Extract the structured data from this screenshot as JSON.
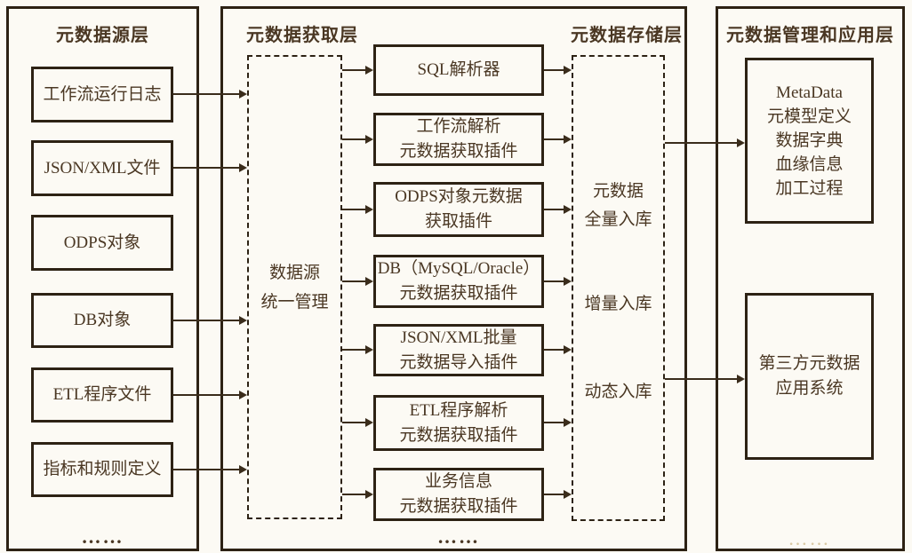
{
  "layers": {
    "source": {
      "title": "元数据源层",
      "items": [
        "工作流运行日志",
        "JSON/XML文件",
        "ODPS对象",
        "DB对象",
        "ETL程序文件",
        "指标和规则定义"
      ],
      "ellipsis": "……"
    },
    "acquisition": {
      "title": "元数据获取层",
      "manager": {
        "line1": "数据源",
        "line2": "统一管理"
      },
      "plugins": [
        {
          "line1": "SQL解析器",
          "line2": ""
        },
        {
          "line1": "工作流解析",
          "line2": "元数据获取插件"
        },
        {
          "line1": "ODPS对象元数据",
          "line2": "获取插件"
        },
        {
          "line1": "DB（MySQL/Oracle）",
          "line2": "元数据获取插件"
        },
        {
          "line1": "JSON/XML批量",
          "line2": "元数据导入插件"
        },
        {
          "line1": "ETL程序解析",
          "line2": "元数据获取插件"
        },
        {
          "line1": "业务信息",
          "line2": "元数据获取插件"
        }
      ],
      "ellipsis": "……"
    },
    "storage": {
      "title": "元数据存储层",
      "mode_full_line1": "元数据",
      "mode_full_line2": "全量入库",
      "mode_incremental": "增量入库",
      "mode_dynamic": "动态入库"
    },
    "application": {
      "title": "元数据管理和应用层",
      "metadata_box": [
        "MetaData",
        "元模型定义",
        "数据字典",
        "血缘信息",
        "加工过程"
      ],
      "third_party": {
        "line1": "第三方元数据",
        "line2": "应用系统"
      },
      "ellipsis": "……"
    }
  },
  "colors": {
    "border_line": "#2d2214",
    "arrow_line": "#3a2c1b",
    "text": "#4a3723",
    "background": "#fcfaf4",
    "faint_ellipsis": "#d9c8a3"
  }
}
